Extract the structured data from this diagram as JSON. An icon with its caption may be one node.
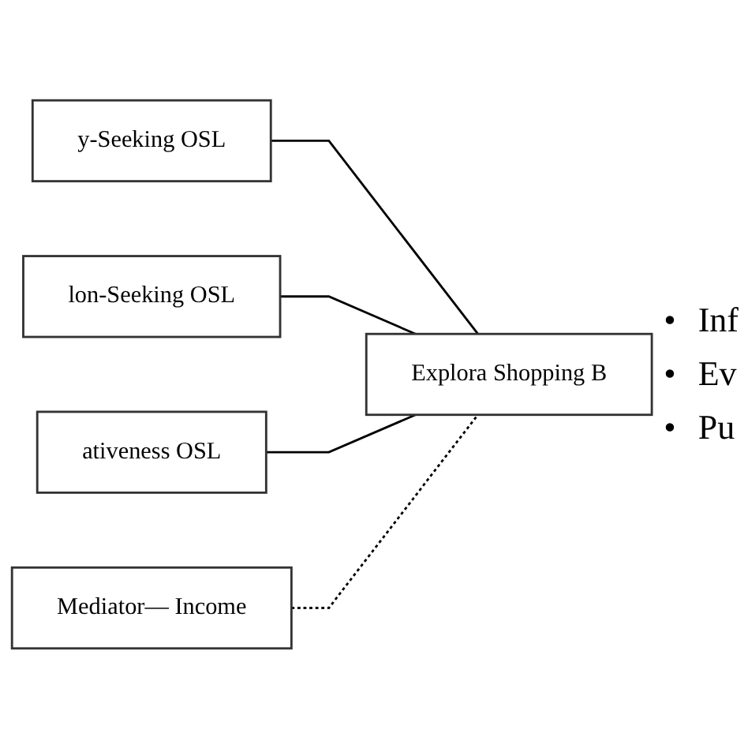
{
  "diagram": {
    "nodes": [
      {
        "text": [
          "y-Seeking OSL"
        ]
      },
      {
        "text": [
          "lon-Seeking OSL"
        ]
      },
      {
        "text": [
          "ativeness OSL"
        ]
      },
      {
        "text": [
          "Explora Shopping B"
        ]
      },
      {
        "text": [
          "Mediator— Income"
        ]
      }
    ],
    "edges": [
      {
        "from": 0,
        "to": 3,
        "arrow": "none"
      },
      {
        "from": 1,
        "to": 3,
        "arrow": "none"
      },
      {
        "from": 2,
        "to": 3,
        "arrow": "none"
      },
      {
        "from": 4,
        "to": 3,
        "arrow": "none",
        "style": "dashed"
      }
    ],
    "labels": [
      "•",
      "Inf",
      "•",
      "Ev",
      "•",
      "Pu"
    ]
  }
}
